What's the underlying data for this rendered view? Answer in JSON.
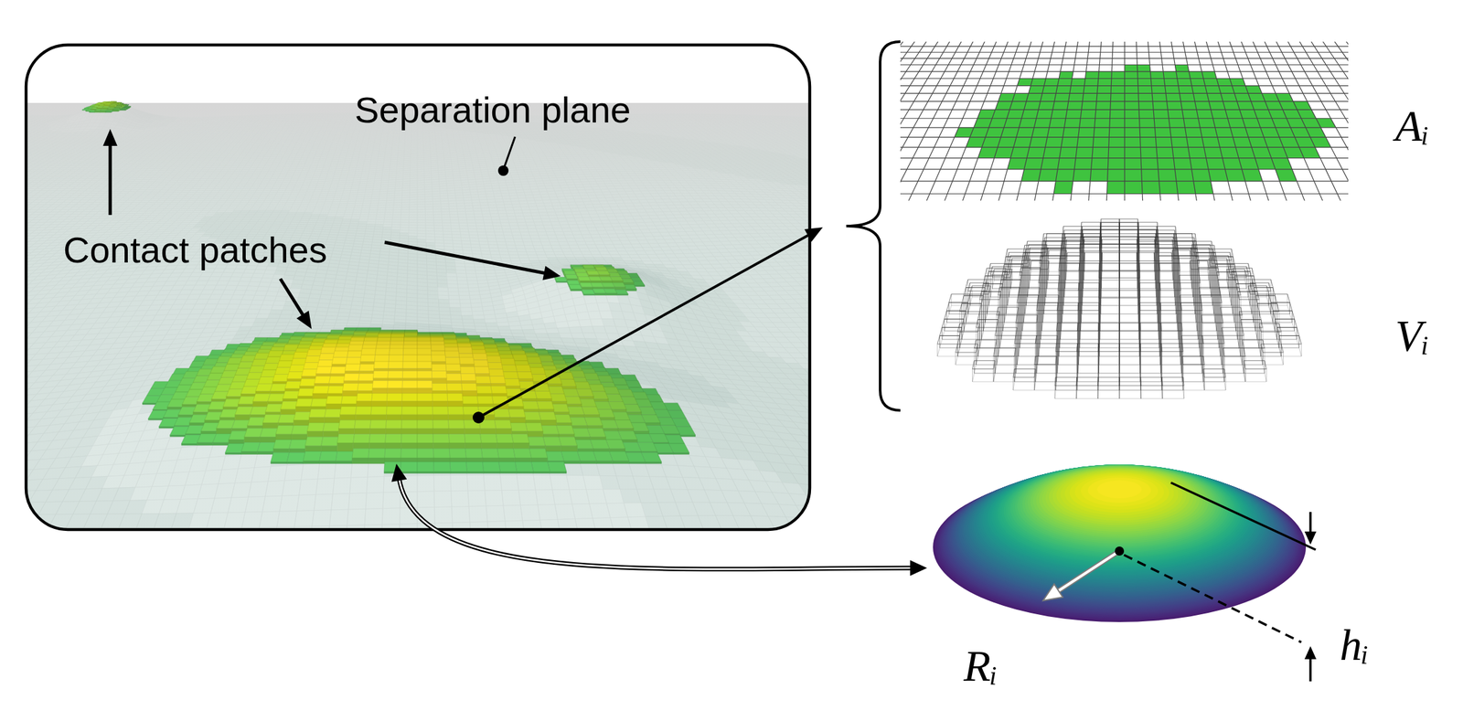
{
  "diagram": {
    "labels": [
      "Separation plane",
      "Contact patches",
      "Aᵢ",
      "Vᵢ",
      "Rᵢ",
      "hᵢ"
    ]
  }
}
